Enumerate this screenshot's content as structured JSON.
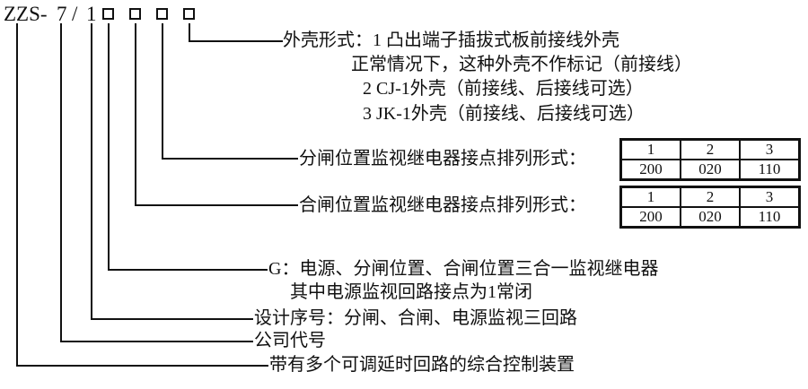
{
  "model_code": {
    "prefix": "ZZS-",
    "company_digit": "7",
    "separator": "/",
    "design_digit": "1"
  },
  "shell_type": {
    "line1": "外壳形式：1  凸出端子插拔式板前接线外壳",
    "line2": "正常情况下，这种外壳不作标记（前接线）",
    "line3": "2  CJ-1外壳（前接线、后接线可选）",
    "line4": "3  JK-1外壳（前接线、后接线可选）"
  },
  "opening_position": {
    "label": "分闸位置监视继电器接点排列形式：",
    "table": {
      "header": [
        "1",
        "2",
        "3"
      ],
      "values": [
        "200",
        "020",
        "110"
      ]
    }
  },
  "closing_position": {
    "label": "合闸位置监视继电器接点排列形式：",
    "table": {
      "header": [
        "1",
        "2",
        "3"
      ],
      "values": [
        "200",
        "020",
        "110"
      ]
    }
  },
  "g_function": {
    "line1": "G：电源、分闸位置、合闸位置三合一监视继电器",
    "line2": "其中电源监视回路接点为1常闭"
  },
  "design_serial": "设计序号：分闸、合闸、电源监视三回路",
  "company_code": "公司代号",
  "device_description": "带有多个可调延时回路的综合控制装置"
}
